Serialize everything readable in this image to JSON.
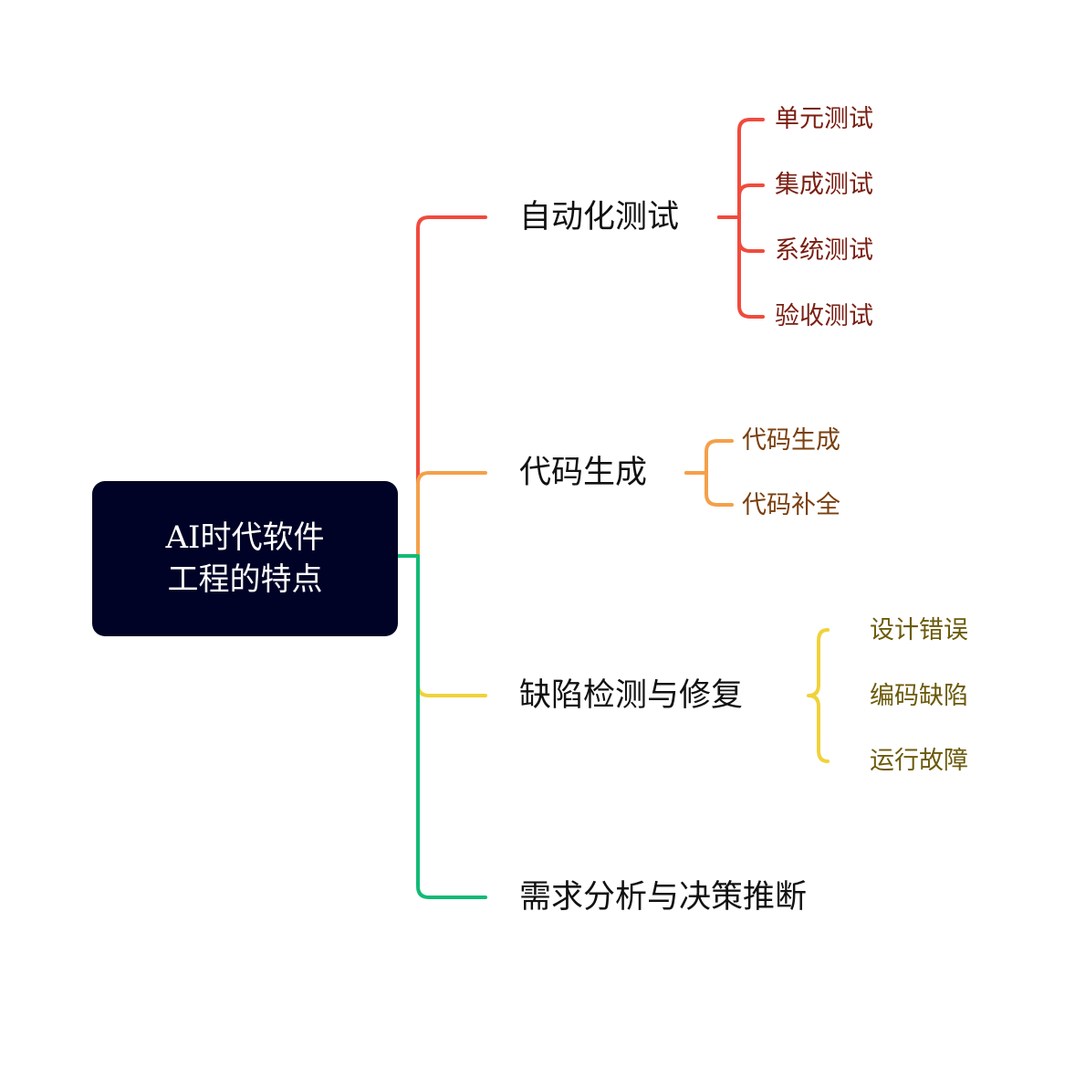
{
  "root": {
    "line1": "AI时代软件",
    "line2": "工程的特点",
    "bg": "#000326"
  },
  "branches": [
    {
      "label": "自动化测试",
      "color": "#F04B3E",
      "text_color": "#7A1E12",
      "children": [
        "单元测试",
        "集成测试",
        "系统测试",
        "验收测试"
      ]
    },
    {
      "label": "代码生成",
      "color": "#F5A04A",
      "text_color": "#7A3F0E",
      "children": [
        "代码生成",
        "代码补全"
      ]
    },
    {
      "label": "缺陷检测与修复",
      "color": "#F0D23A",
      "text_color": "#6B5A0A",
      "children": [
        "设计错误",
        "编码缺陷",
        "运行故障"
      ]
    },
    {
      "label": "需求分析与决策推断",
      "color": "#12BA76",
      "text_color": "#111111",
      "children": []
    }
  ]
}
